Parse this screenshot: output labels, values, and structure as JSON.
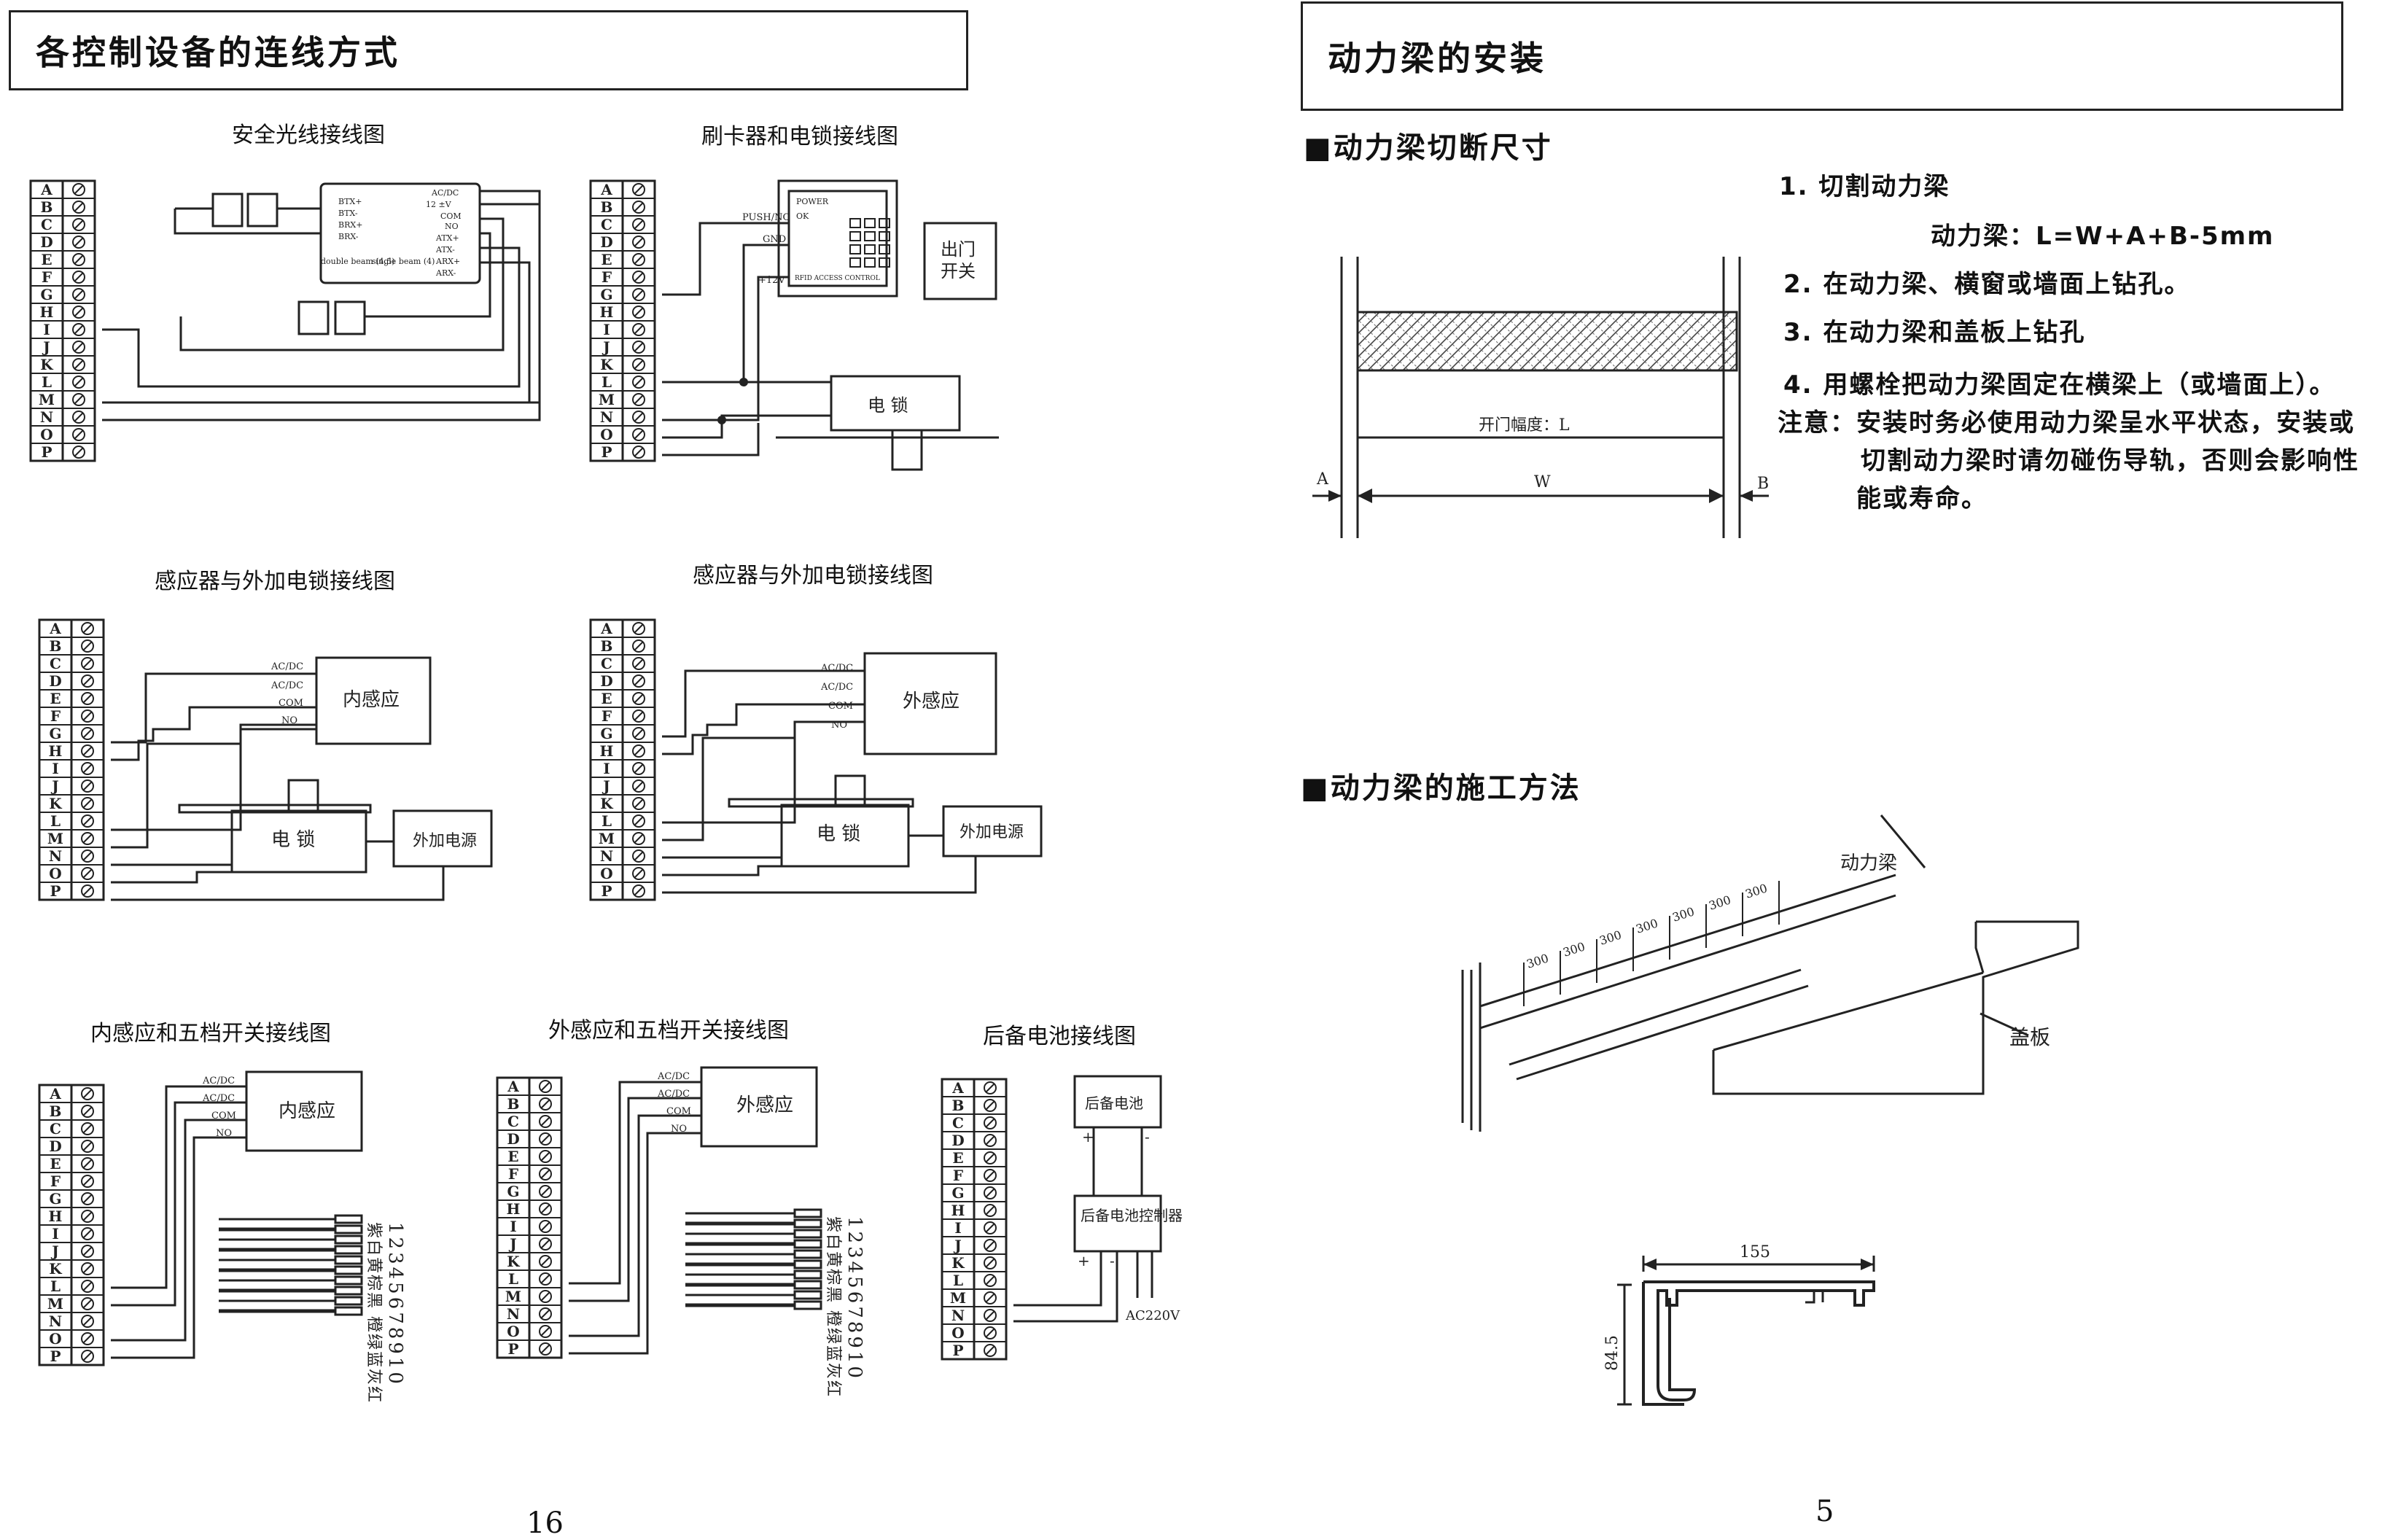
{
  "left_page": {
    "title": "各控制设备的连线方式",
    "page_number": "16",
    "terminal_labels": [
      "A",
      "B",
      "C",
      "D",
      "E",
      "F",
      "G",
      "H",
      "I",
      "J",
      "K",
      "L",
      "M",
      "N",
      "O",
      "P"
    ],
    "diagrams": {
      "safety": {
        "title": "安全光线接线图",
        "module_labels": [
          "AC/DC",
          "12 ±V",
          "COM",
          "NO",
          "BTX+",
          "BTX-",
          "BRX+",
          "BRX-",
          "ATX+",
          "ATX-",
          "ARX+",
          "ARX-",
          "double beam (4,5)",
          "single beam (4)"
        ]
      },
      "card": {
        "title": "刷卡器和电锁接线图",
        "labels": [
          "PUSH/NO",
          "GND",
          "+12V",
          "POWER",
          "OK",
          "RFID ACCESS CONTROL",
          "出门",
          "开关",
          "电  锁"
        ]
      },
      "inner_lock": {
        "title": "感应器与外加电锁接线图",
        "sensor": "内感应",
        "lock": "电  锁",
        "power": "外加电源",
        "pins": [
          "AC/DC",
          "AC/DC",
          "COM",
          "NO"
        ]
      },
      "outer_lock": {
        "title": "感应器与外加电锁接线图",
        "sensor": "外感应",
        "lock": "电  锁",
        "power": "外加电源",
        "pins": [
          "AC/DC",
          "AC/DC",
          "COM",
          "NO"
        ]
      },
      "inner_switch": {
        "title": "内感应和五档开关接线图",
        "sensor": "内感应",
        "pins": [
          "AC/DC",
          "AC/DC",
          "COM",
          "NO"
        ],
        "numbers": "12345678910",
        "colors": "紫白黄棕黑 橙绿蓝灰红"
      },
      "outer_switch": {
        "title": "外感应和五档开关接线图",
        "sensor": "外感应",
        "pins": [
          "AC/DC",
          "AC/DC",
          "COM",
          "NO"
        ],
        "numbers": "12345678910",
        "colors": "紫白黄棕黑 橙绿蓝灰红"
      },
      "battery": {
        "title": "后备电池接线图",
        "battery": "后备电池",
        "controller": "后备电池控制器",
        "ac": "AC220V",
        "plus": "+",
        "minus": "-"
      }
    }
  },
  "right_page": {
    "title": "动力梁的安装",
    "page_number": "5",
    "section1": "■动力梁切断尺寸",
    "steps": [
      "1. 切割动力梁",
      "动力梁：L=W+A+B-5mm",
      "2. 在动力梁、横窗或墙面上钻孔。",
      "3. 在动力梁和盖板上钻孔",
      "4. 用螺栓把动力梁固定在横梁上（或墙面上）。",
      "注意：安装时务必使用动力梁呈水平状态，安装或",
      "切割动力梁时请勿碰伤导轨，否则会影响性",
      "能或寿命。"
    ],
    "cut": {
      "open_width": "开门幅度：L",
      "w": "W",
      "a": "A",
      "b": "B"
    },
    "section2": "■动力梁的施工方法",
    "construction": {
      "beam_label": "动力梁",
      "cover_label": "盖板",
      "spacing": "300"
    },
    "profile": {
      "width": "155",
      "height": "84.5"
    }
  }
}
